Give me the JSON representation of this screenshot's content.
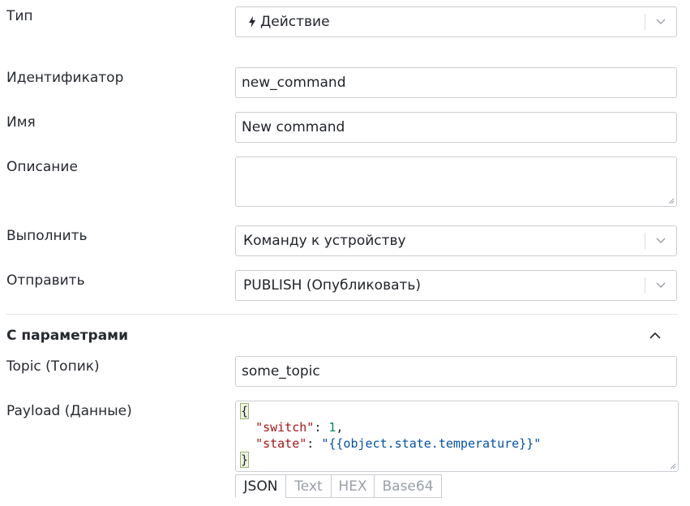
{
  "fields": {
    "type": {
      "label": "Тип",
      "value": "Действие",
      "icon": "bolt-icon"
    },
    "identifier": {
      "label": "Идентификатор",
      "value": "new_command"
    },
    "name": {
      "label": "Имя",
      "value": "New command"
    },
    "description": {
      "label": "Описание",
      "value": ""
    },
    "execute": {
      "label": "Выполнить",
      "value": "Команду к устройству"
    },
    "send": {
      "label": "Отправить",
      "value": "PUBLISH (Опубликовать)"
    }
  },
  "params": {
    "title": "С параметрами",
    "topic": {
      "label": "Topic (Топик)",
      "value": "some_topic"
    },
    "payload": {
      "label": "Payload (Данные)",
      "lines": {
        "l1": "{",
        "l2_key": "\"switch\"",
        "l2_colon": ": ",
        "l2_val": "1",
        "l2_comma": ",",
        "l3_key": "\"state\"",
        "l3_colon": ": ",
        "l3_val": "\"{{object.state.temperature}}\"",
        "l4": "}"
      },
      "formats": [
        "JSON",
        "Text",
        "HEX",
        "Base64"
      ],
      "active_format": "JSON"
    }
  },
  "colors": {
    "border": "#c9cdd2",
    "string": "#a31515",
    "number": "#098658",
    "template": "#0451a5"
  }
}
